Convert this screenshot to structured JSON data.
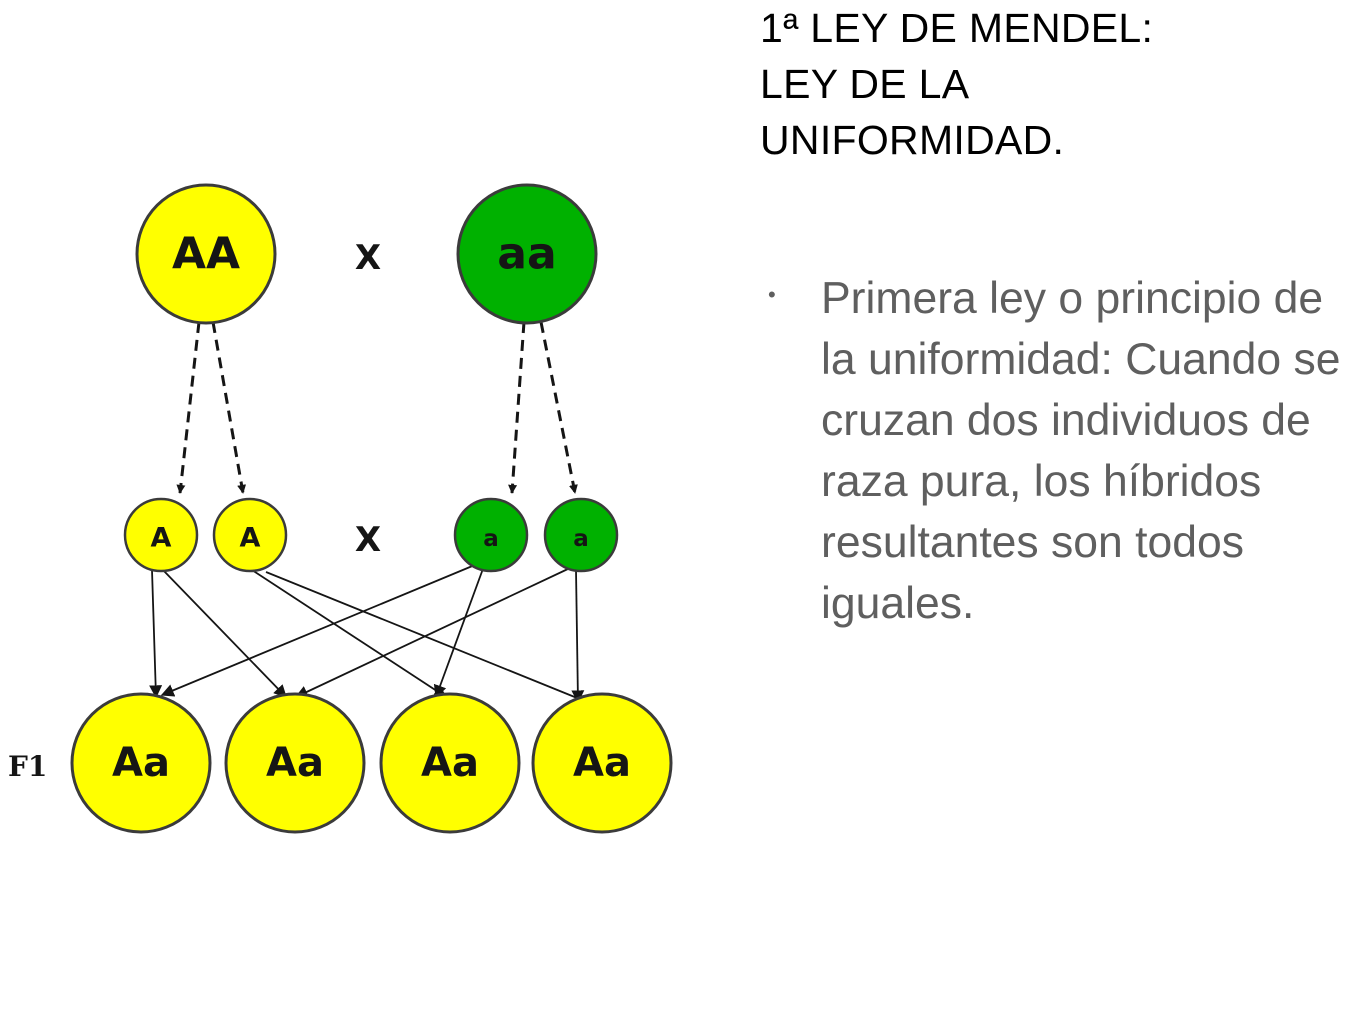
{
  "title": {
    "line1": "1ª LEY DE MENDEL:",
    "line2": "LEY DE LA",
    "line3": "UNIFORMIDAD."
  },
  "bullet": {
    "text": "Primera ley o principio de la uniformidad: Cuando se cruzan dos individuos de raza pura, los híbridos resultantes son todos iguales."
  },
  "diagram": {
    "colors": {
      "dominant": "#ffff00",
      "recessive": "#00b100",
      "stroke": "#3b3b3b",
      "arrow": "#151515"
    },
    "parents": {
      "left": "AA",
      "right": "aa",
      "cross": "X"
    },
    "gametes": {
      "g1": "A",
      "g2": "A",
      "g3": "a",
      "g4": "a",
      "cross": "X"
    },
    "f1": {
      "label": "F1",
      "o1": "Aa",
      "o2": "Aa",
      "o3": "Aa",
      "o4": "Aa"
    }
  }
}
